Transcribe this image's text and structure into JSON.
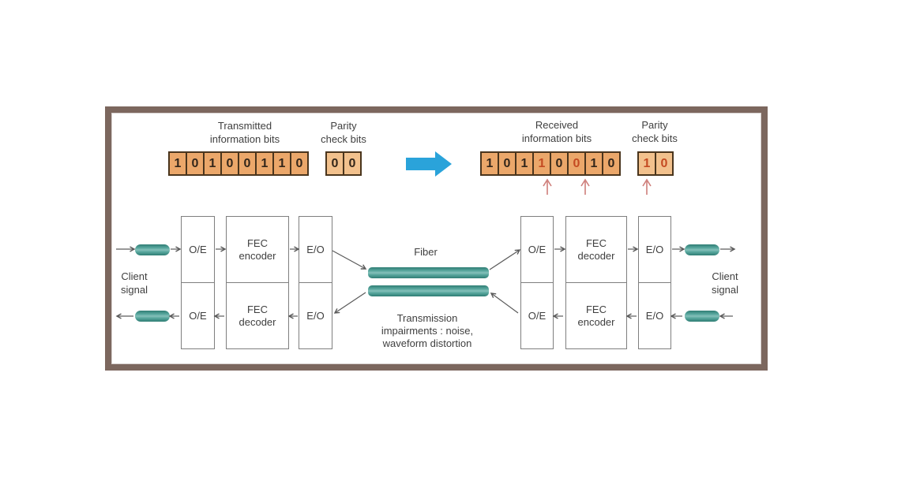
{
  "colors": {
    "frame_border": "#7c675e",
    "info_cell_fill": "#eba76a",
    "parity_cell_fill": "#f2c18d",
    "cell_border": "#4a351d",
    "bit_text": "#33261a",
    "error_bit_text": "#c44b22",
    "error_arrow": "#cf7f7b",
    "transfer_arrow_blue": "#2aa3da",
    "fiber_teal": "#47968d",
    "connector_gray": "#5a5a5a",
    "box_border": "#7f7f7f",
    "label_text": "#3f3f3f"
  },
  "bit_demo": {
    "transmitted": {
      "info_label_line1": "Transmitted",
      "info_label_line2": "information bits",
      "parity_label_line1": "Parity",
      "parity_label_line2": "check bits",
      "info_bits": [
        "1",
        "0",
        "1",
        "0",
        "0",
        "1",
        "1",
        "0"
      ],
      "parity_bits": [
        "0",
        "0"
      ]
    },
    "received": {
      "info_label_line1": "Received",
      "info_label_line2": "information bits",
      "parity_label_line1": "Parity",
      "parity_label_line2": "check bits",
      "info_bits": [
        "1",
        "0",
        "1",
        "1",
        "0",
        "0",
        "1",
        "0"
      ],
      "parity_bits": [
        "1",
        "0"
      ],
      "error_bit_indices": [
        3,
        5
      ],
      "error_parity_indices": [
        0,
        1
      ],
      "error_arrow_bit_indices": [
        3,
        5
      ],
      "error_arrow_parity_indices": [
        0
      ]
    }
  },
  "block_diagram": {
    "client_left": {
      "line1": "Client",
      "line2": "signal"
    },
    "client_right": {
      "line1": "Client",
      "line2": "signal"
    },
    "fiber_label": "Fiber",
    "impairments": {
      "line1": "Transmission",
      "line2": "impairments :  noise,",
      "line3": "waveform distortion"
    },
    "left": {
      "oe_top": "O/E",
      "oe_bottom": "O/E",
      "fec_top": {
        "line1": "FEC",
        "line2": "encoder"
      },
      "fec_bottom": {
        "line1": "FEC",
        "line2": "decoder"
      },
      "eo_top": "E/O",
      "eo_bottom": "E/O"
    },
    "right": {
      "oe_top": "O/E",
      "oe_bottom": "O/E",
      "fec_top": {
        "line1": "FEC",
        "line2": "decoder"
      },
      "fec_bottom": {
        "line1": "FEC",
        "line2": "encoder"
      },
      "eo_top": "E/O",
      "eo_bottom": "E/O"
    }
  }
}
